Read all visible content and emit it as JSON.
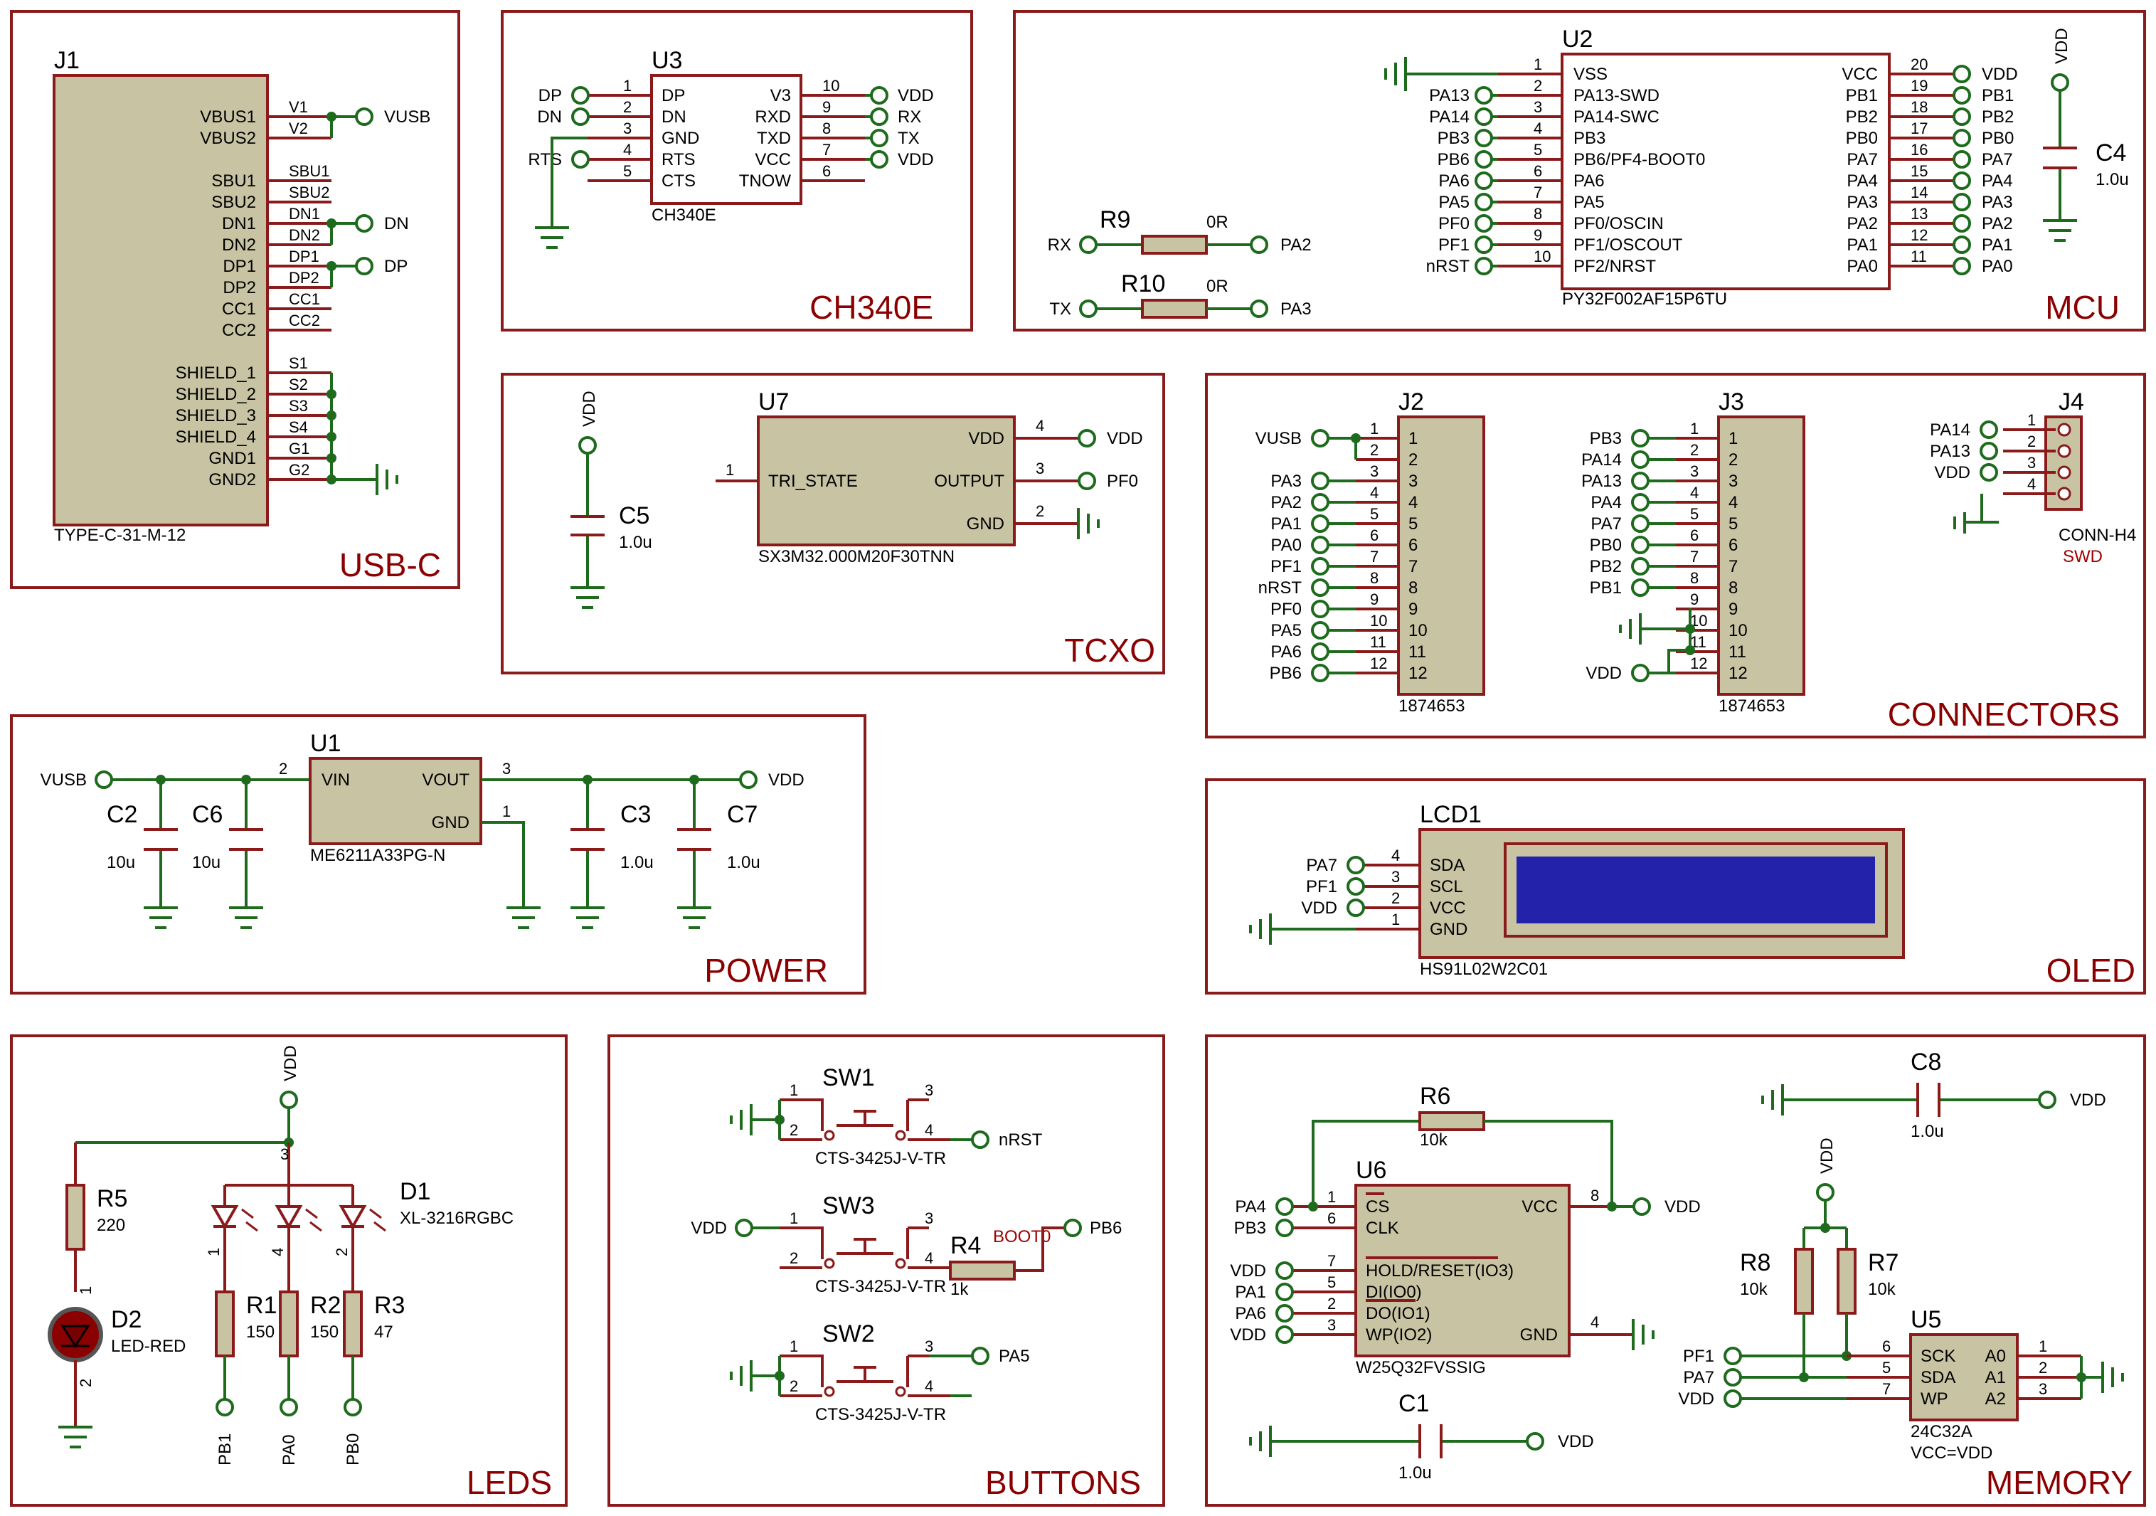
{
  "blocks": {
    "usbc": "USB-C",
    "ch340e": "CH340E",
    "mcu": "MCU",
    "tcxo": "TCXO",
    "connectors": "CONNECTORS",
    "power": "POWER",
    "oled": "OLED",
    "leds": "LEDS",
    "buttons": "BUTTONS",
    "memory": "MEMORY"
  },
  "j1": {
    "ref": "J1",
    "value": "TYPE-C-31-M-12",
    "pins_left": [
      "VBUS1",
      "VBUS2",
      "SBU1",
      "SBU2",
      "DN1",
      "DN2",
      "DP1",
      "DP2",
      "CC1",
      "CC2",
      "SHIELD_1",
      "SHIELD_2",
      "SHIELD_3",
      "SHIELD_4",
      "GND1",
      "GND2"
    ],
    "pins_num": [
      "V1",
      "V2",
      "SBU1",
      "SBU2",
      "DN1",
      "DN2",
      "DP1",
      "DP2",
      "CC1",
      "CC2",
      "S1",
      "S2",
      "S3",
      "S4",
      "G1",
      "G2"
    ],
    "net_vusb": "VUSB",
    "net_dn": "DN",
    "net_dp": "DP"
  },
  "u3": {
    "ref": "U3",
    "value": "CH340E",
    "left_pins": [
      "DP",
      "DN",
      "GND",
      "RTS",
      "CTS"
    ],
    "left_nums": [
      "1",
      "2",
      "3",
      "4",
      "5"
    ],
    "right_pins": [
      "V3",
      "RXD",
      "TXD",
      "VCC",
      "TNOW"
    ],
    "right_nums": [
      "10",
      "9",
      "8",
      "7",
      "6"
    ],
    "left_nets": [
      "DP",
      "DN",
      "",
      "RTS",
      ""
    ],
    "right_nets": [
      "VDD",
      "RX",
      "TX",
      "VDD",
      ""
    ]
  },
  "u2": {
    "ref": "U2",
    "value": "PY32F002AF15P6TU",
    "left_pins": [
      "VSS",
      "PA13-SWD",
      "PA14-SWC",
      "PB3",
      "PB6/PF4-BOOT0",
      "PA6",
      "PA5",
      "PF0/OSCIN",
      "PF1/OSCOUT",
      "PF2/NRST"
    ],
    "left_nums": [
      "1",
      "2",
      "3",
      "4",
      "5",
      "6",
      "7",
      "8",
      "9",
      "10"
    ],
    "left_nets": [
      "",
      "PA13",
      "PA14",
      "PB3",
      "PB6",
      "PA6",
      "PA5",
      "PF0",
      "PF1",
      "nRST"
    ],
    "right_pins": [
      "VCC",
      "PB1",
      "PB2",
      "PB0",
      "PA7",
      "PA4",
      "PA3",
      "PA2",
      "PA1",
      "PA0"
    ],
    "right_nums": [
      "20",
      "19",
      "18",
      "17",
      "16",
      "15",
      "14",
      "13",
      "12",
      "11"
    ],
    "right_nets": [
      "VDD",
      "PB1",
      "PB2",
      "PB0",
      "PA7",
      "PA4",
      "PA3",
      "PA2",
      "PA1",
      "PA0"
    ]
  },
  "r9": {
    "ref": "R9",
    "value": "0R",
    "left": "RX",
    "right": "PA2"
  },
  "r10": {
    "ref": "R10",
    "value": "0R",
    "left": "TX",
    "right": "PA3"
  },
  "c4": {
    "ref": "C4",
    "value": "1.0u",
    "net": "VDD"
  },
  "u7": {
    "ref": "U7",
    "value": "SX3M32.000M20F30TNN",
    "p_tri": "TRI_STATE",
    "p_vdd": "VDD",
    "p_out": "OUTPUT",
    "p_gnd": "GND",
    "n1": "1",
    "n4": "4",
    "n3": "3",
    "n2": "2",
    "net_vdd": "VDD",
    "net_out": "PF0"
  },
  "c5": {
    "ref": "C5",
    "value": "1.0u",
    "net": "VDD"
  },
  "j2": {
    "ref": "J2",
    "value": "1874653",
    "nets": [
      "VUSB",
      "",
      "PA3",
      "PA2",
      "PA1",
      "PA0",
      "PF1",
      "nRST",
      "PF0",
      "PA5",
      "PA6",
      "PB6"
    ],
    "nums": [
      "1",
      "2",
      "3",
      "4",
      "5",
      "6",
      "7",
      "8",
      "9",
      "10",
      "11",
      "12"
    ]
  },
  "j3": {
    "ref": "J3",
    "value": "1874653",
    "nets": [
      "PB3",
      "PA14",
      "PA13",
      "PA4",
      "PA7",
      "PB0",
      "PB2",
      "PB1",
      "",
      "",
      "",
      "VDD"
    ],
    "nums": [
      "1",
      "2",
      "3",
      "4",
      "5",
      "6",
      "7",
      "8",
      "9",
      "10",
      "11",
      "12"
    ]
  },
  "j4": {
    "ref": "J4",
    "value": "CONN-H4",
    "label": "SWD",
    "nets": [
      "PA14",
      "PA13",
      "VDD",
      ""
    ],
    "nums": [
      "1",
      "2",
      "3",
      "4"
    ]
  },
  "u1": {
    "ref": "U1",
    "value": "ME6211A33PG-N",
    "p_vin": "VIN",
    "p_vout": "VOUT",
    "p_gnd": "GND",
    "n_vin": "2",
    "n_vout": "3",
    "n_gnd": "1",
    "net_in": "VUSB",
    "net_out": "VDD"
  },
  "power_caps": [
    {
      "ref": "C2",
      "value": "10u"
    },
    {
      "ref": "C6",
      "value": "10u"
    },
    {
      "ref": "C3",
      "value": "1.0u"
    },
    {
      "ref": "C7",
      "value": "1.0u"
    }
  ],
  "lcd1": {
    "ref": "LCD1",
    "value": "HS91L02W2C01",
    "pins": [
      "SDA",
      "SCL",
      "VCC",
      "GND"
    ],
    "nums": [
      "4",
      "3",
      "2",
      "1"
    ],
    "nets": [
      "PA7",
      "PF1",
      "VDD",
      ""
    ]
  },
  "leds": {
    "net_vdd": "VDD",
    "r5": {
      "ref": "R5",
      "value": "220"
    },
    "d2": {
      "ref": "D2",
      "value": "LED-RED"
    },
    "d1": {
      "ref": "D1",
      "value": "XL-3216RGBC"
    },
    "r1": {
      "ref": "R1",
      "value": "150",
      "net": "PB1"
    },
    "r2": {
      "ref": "R2",
      "value": "150",
      "net": "PA0"
    },
    "r3": {
      "ref": "R3",
      "value": "47",
      "net": "PB0"
    }
  },
  "buttons": {
    "sw1": {
      "ref": "SW1",
      "value": "CTS-3425J-V-TR",
      "net": "nRST"
    },
    "sw3": {
      "ref": "SW3",
      "value": "CTS-3425J-V-TR",
      "net_in": "VDD"
    },
    "sw2": {
      "ref": "SW2",
      "value": "CTS-3425J-V-TR",
      "net": "PA5"
    },
    "r4": {
      "ref": "R4",
      "value": "1k",
      "label": "BOOT0",
      "net": "PB6"
    }
  },
  "memory": {
    "r6": {
      "ref": "R6",
      "value": "10k"
    },
    "u6": {
      "ref": "U6",
      "value": "W25Q32FVSSIG",
      "left_pins": [
        "CS",
        "CLK",
        "HOLD/RESET(IO3)",
        "DI(IO0)",
        "DO(IO1)",
        "WP(IO2)"
      ],
      "left_nums": [
        "1",
        "6",
        "7",
        "5",
        "2",
        "3"
      ],
      "left_nets": [
        "PA4",
        "PB3",
        "VDD",
        "PA1",
        "PA6",
        "VDD"
      ],
      "p_vcc": "VCC",
      "p_gnd": "GND",
      "n_vcc": "8",
      "n_gnd": "4",
      "net_vcc": "VDD"
    },
    "c8": {
      "ref": "C8",
      "value": "1.0u",
      "net": "VDD"
    },
    "c1": {
      "ref": "C1",
      "value": "1.0u",
      "net": "VDD"
    },
    "r8": {
      "ref": "R8",
      "value": "10k"
    },
    "r7": {
      "ref": "R7",
      "value": "10k"
    },
    "net_vdd_top": "VDD",
    "u5": {
      "ref": "U5",
      "value": "24C32A",
      "note": "VCC=VDD",
      "left_pins": [
        "SCK",
        "SDA",
        "WP"
      ],
      "left_nums": [
        "6",
        "5",
        "7"
      ],
      "left_nets": [
        "PF1",
        "PA7",
        "VDD"
      ],
      "right_pins": [
        "A0",
        "A1",
        "A2"
      ],
      "right_nums": [
        "1",
        "2",
        "3"
      ]
    }
  }
}
